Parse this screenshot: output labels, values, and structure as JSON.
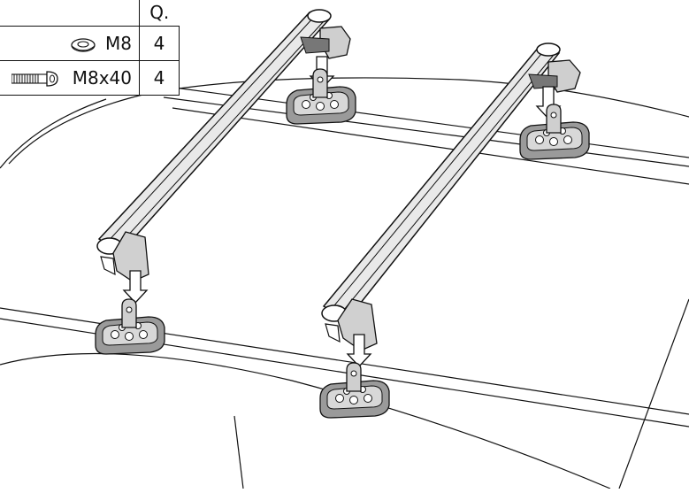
{
  "parts_table": {
    "header_qty": "Q.",
    "rows": [
      {
        "icon": "washer-icon",
        "part": "M8",
        "qty": "4"
      },
      {
        "icon": "bolt-icon",
        "part": "M8x40",
        "qty": "4"
      }
    ]
  },
  "illustration": {
    "subject": "roof-rack-crossbars-mounting",
    "bars": 2,
    "feet": 4,
    "arrows": 4
  }
}
